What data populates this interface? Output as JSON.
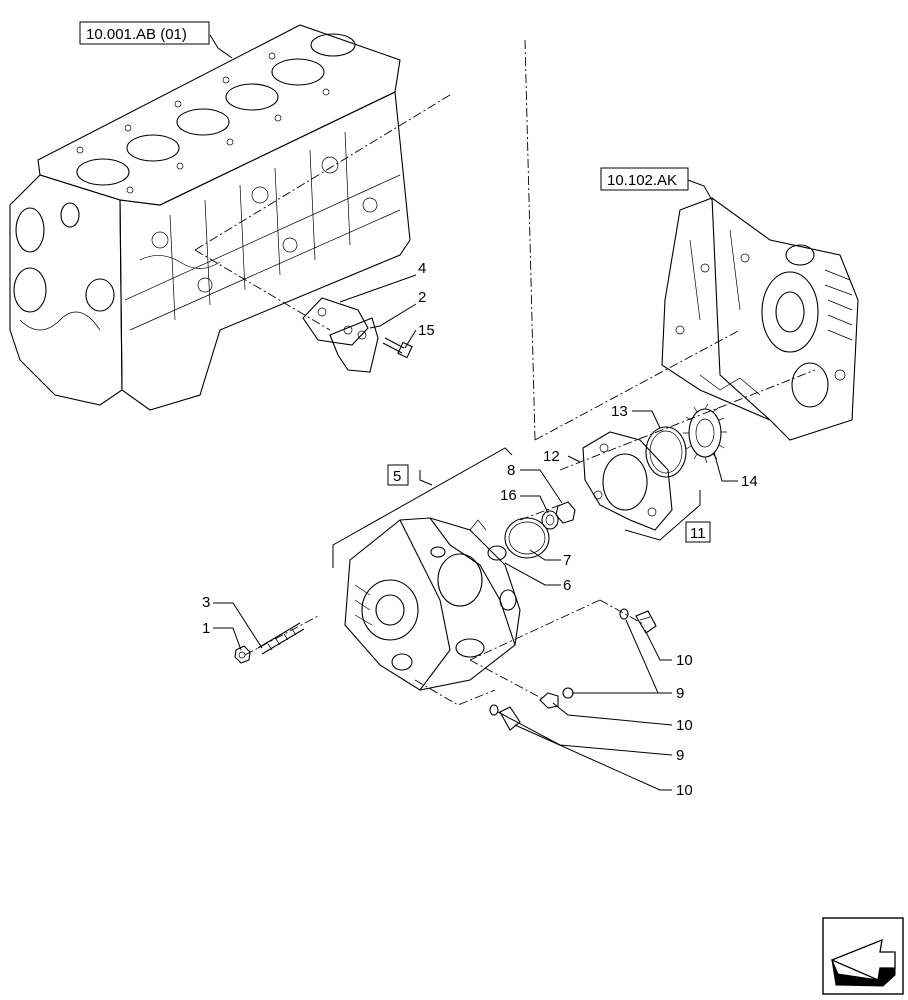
{
  "references": {
    "engine_block": "10.001.AB (01)",
    "front_cover": "10.102.AK"
  },
  "assemblies": {
    "kit_5": "5",
    "kit_11": "11"
  },
  "callouts": {
    "c1": "1",
    "c2": "2",
    "c3": "3",
    "c4": "4",
    "c6": "6",
    "c7": "7",
    "c8": "8",
    "c9a": "9",
    "c9b": "9",
    "c10a": "10",
    "c10b": "10",
    "c10c": "10",
    "c12": "12",
    "c13": "13",
    "c14": "14",
    "c15": "15",
    "c16": "16"
  },
  "icons": {
    "nav": "next-page-arrow-icon"
  }
}
